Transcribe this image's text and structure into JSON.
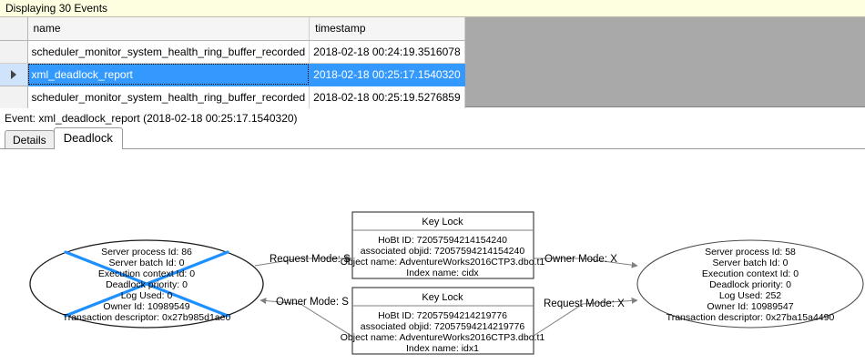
{
  "banner": {
    "text": "Displaying 30 Events"
  },
  "grid": {
    "columns": [
      "",
      "name",
      "timestamp"
    ],
    "rows": [
      {
        "selector": "",
        "name": "scheduler_monitor_system_health_ring_buffer_recorded",
        "timestamp": "2018-02-18 00:24:19.3516078",
        "selected": false
      },
      {
        "selector": "row-selector-arrow",
        "name": "xml_deadlock_report",
        "timestamp": "2018-02-18 00:25:17.1540320",
        "selected": true
      },
      {
        "selector": "",
        "name": "scheduler_monitor_system_health_ring_buffer_recorded",
        "timestamp": "2018-02-18 00:25:19.5276859",
        "selected": false
      }
    ],
    "selection_color": "#3399ff",
    "filler_color": "#a9a9a9"
  },
  "event_caption": {
    "text": "Event: xml_deadlock_report (2018-02-18 00:25:17.1540320)"
  },
  "tabs": [
    {
      "label": "Details",
      "active": false
    },
    {
      "label": "Deadlock",
      "active": true
    }
  ],
  "deadlock": {
    "victim_color": "#1e90ff",
    "processes": [
      {
        "id": "process-left",
        "victim": true,
        "lines": [
          "Server process Id: 86",
          "Server batch Id: 0",
          "Execution context Id: 0",
          "Deadlock priority: 0",
          "Log Used: 0",
          "Owner Id: 10989549",
          "Transaction descriptor: 0x27b985d1ae0"
        ]
      },
      {
        "id": "process-right",
        "victim": false,
        "lines": [
          "Server process Id: 58",
          "Server batch Id: 0",
          "Execution context Id: 0",
          "Deadlock priority: 0",
          "Log Used: 252",
          "Owner Id: 10989547",
          "Transaction descriptor: 0x27ba15a4490"
        ]
      }
    ],
    "resources": [
      {
        "id": "key-lock-top",
        "title": "Key Lock",
        "lines": [
          "HoBt ID: 72057594214154240",
          "associated objid: 72057594214154240",
          "Object name: AdventureWorks2016CTP3.dbo.t1",
          "Index name: cidx"
        ]
      },
      {
        "id": "key-lock-bottom",
        "title": "Key Lock",
        "lines": [
          "HoBt ID: 72057594214219776",
          "associated objid: 72057594214219776",
          "Object name: AdventureWorks2016CTP3.dbo.t1",
          "Index name: idx1"
        ]
      }
    ],
    "edges": [
      {
        "id": "edge-left-request-top",
        "label": "Request Mode: S"
      },
      {
        "id": "edge-right-owner-top",
        "label": "Owner Mode: X"
      },
      {
        "id": "edge-left-owner-bottom",
        "label": "Owner Mode: S"
      },
      {
        "id": "edge-right-request-bottom",
        "label": "Request Mode: X"
      }
    ]
  }
}
